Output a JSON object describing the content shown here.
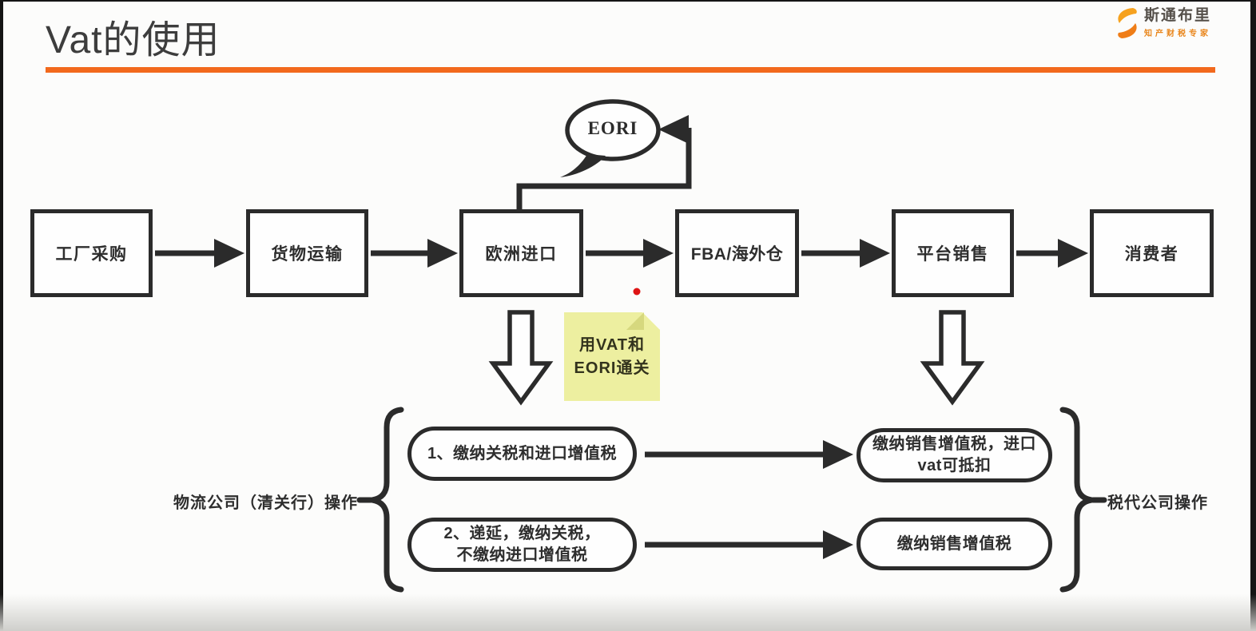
{
  "title": "Vat的使用",
  "logo": {
    "icon": "S",
    "name": "斯通布里",
    "tagline": "知产财税专家"
  },
  "flow": {
    "boxes": [
      {
        "label": "工厂采购"
      },
      {
        "label": "货物运输"
      },
      {
        "label": "欧洲进口"
      },
      {
        "label": "FBA/海外仓"
      },
      {
        "label": "平台销售"
      },
      {
        "label": "消费者"
      }
    ]
  },
  "bubble": {
    "label": "EORI"
  },
  "note": {
    "line1": "用VAT和",
    "line2": "EORI通关"
  },
  "process": {
    "left_label": "物流公司（清关行）操作",
    "right_label": "税代公司操作",
    "left_boxes": [
      {
        "line1": "1、缴纳关税和进口增值税",
        "line2": ""
      },
      {
        "line1": "2、递延，缴纳关税，",
        "line2": "不缴纳进口增值税"
      }
    ],
    "right_boxes": [
      {
        "line1": "缴纳销售增值税，进口",
        "line2": "vat可抵扣"
      },
      {
        "line1": "缴纳销售增值税",
        "line2": ""
      }
    ]
  },
  "colors": {
    "accent_orange": "#f2691d",
    "logo_orange": "#f0891a",
    "ink": "#2b2b2b",
    "note_bg": "#edefa0",
    "red_dot": "#de1414"
  }
}
